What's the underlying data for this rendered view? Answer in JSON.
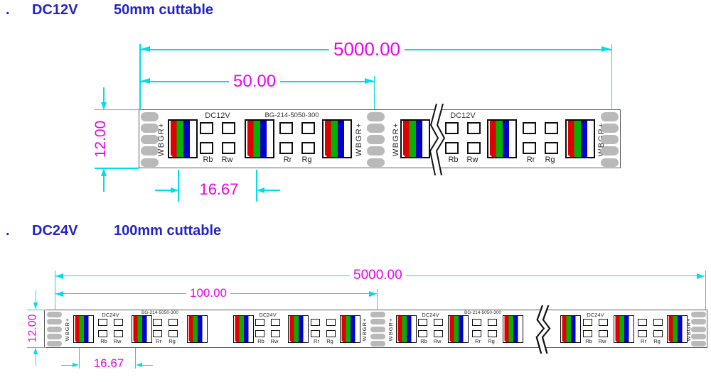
{
  "sections": [
    {
      "bullet": ".",
      "title_voltage": "DC12V",
      "title_cuttable": "50mm cuttable",
      "strip_voltage_label": "DC12V",
      "part_number": "BG-214-5050-300",
      "pad_pins": "WBGR+",
      "resistors": {
        "rb": "Rb",
        "rw": "Rw",
        "rr": "Rr",
        "rg": "Rg"
      },
      "dims": {
        "total_length": "5000.00",
        "cut_length": "50.00",
        "strip_width": "12.00",
        "led_pitch": "16.67"
      }
    },
    {
      "bullet": ".",
      "title_voltage": "DC24V",
      "title_cuttable": "100mm cuttable",
      "strip_voltage_label": "DC24V",
      "part_number": "BG-214-5050-300",
      "pad_pins": "WBGR+",
      "resistors": {
        "rb": "Rb",
        "rw": "Rw",
        "rr": "Rr",
        "rg": "Rg"
      },
      "dims": {
        "total_length": "5000.00",
        "cut_length": "100.00",
        "strip_width": "12.00",
        "led_pitch": "16.67"
      }
    }
  ],
  "colors": {
    "dimension_line": "#00dcec",
    "dimension_text": "#f000f0",
    "title_text": "#2323c8",
    "led_red": "#e00000",
    "led_green": "#00b300",
    "led_blue": "#0000cc",
    "led_white": "#ffffff",
    "pad_gray": "#b9b9b9"
  }
}
